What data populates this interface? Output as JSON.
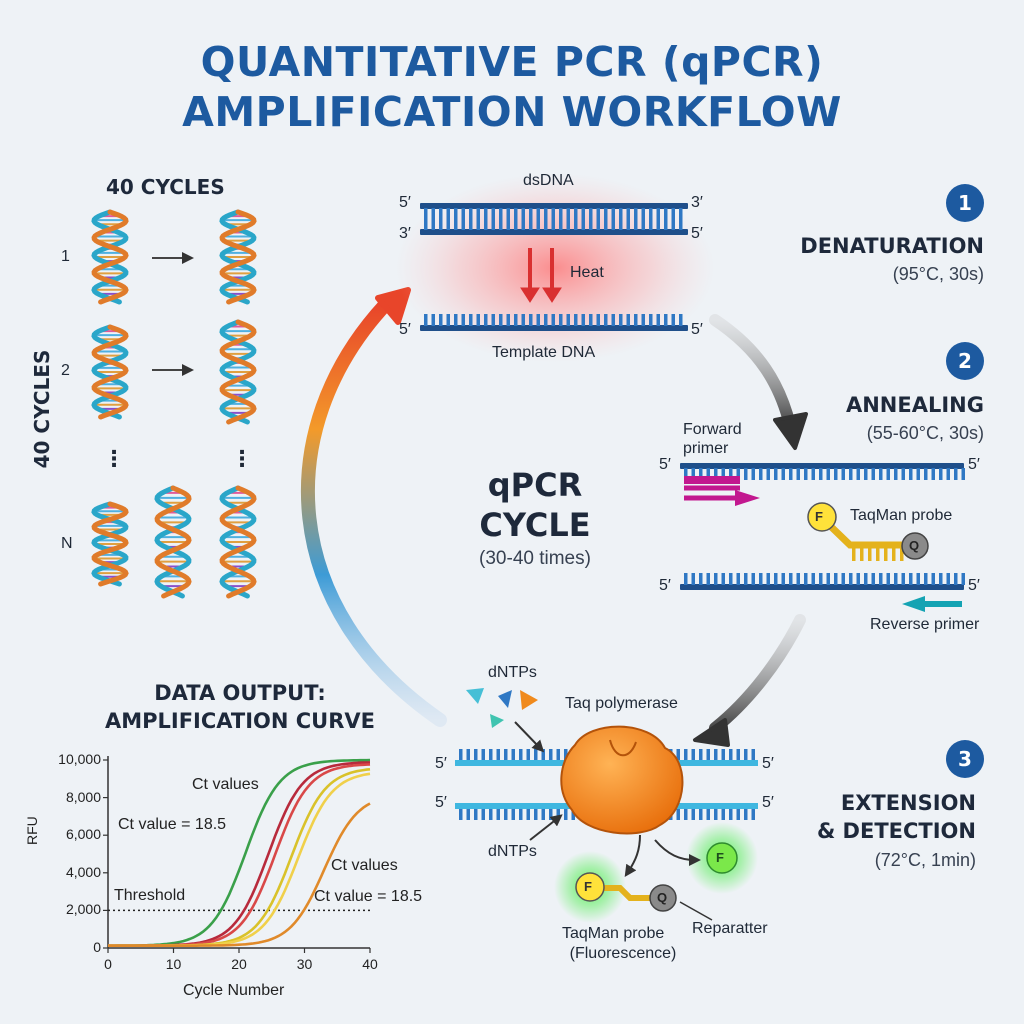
{
  "title": {
    "line1": "QUANTITATIVE PCR (qPCR)",
    "line2": "AMPLIFICATION WORKFLOW"
  },
  "cycles_panel": {
    "heading": "40 CYCLES",
    "side_label": "40 CYCLES",
    "rows": [
      "1",
      "2",
      "N"
    ],
    "ellipsis": "⋮"
  },
  "center": {
    "line1": "qPCR",
    "line2": "CYCLE",
    "note": "(30-40 times)"
  },
  "denaturation": {
    "number": "1",
    "title": "DENATURATION",
    "condition": "(95°C, 30s)",
    "dsdna_label": "dsDNA",
    "heat_label": "Heat",
    "template_label": "Template DNA",
    "end_5": "5′",
    "end_3": "3′"
  },
  "annealing": {
    "number": "2",
    "title": "ANNEALING",
    "condition": "(55-60°C, 30s)",
    "forward_primer": "Forward primer",
    "probe_label": "TaqMan probe",
    "reverse_primer": "Reverse primer",
    "fluor": "F",
    "quencher": "Q"
  },
  "extension": {
    "number": "3",
    "title_line1": "EXTENSION",
    "title_line2": "& DETECTION",
    "condition": "(72°C, 1min)",
    "dntps_top": "dNTPs",
    "dntps_bottom": "dNTPs",
    "polymerase": "Taq polymerase",
    "probe_line1": "TaqMan probe",
    "probe_line2": "(Fluorescence)",
    "reporter": "Reparatter"
  },
  "colors": {
    "title": "#1d5aa0",
    "dna_backbone": "#1f4f8a",
    "dna_rung": "#2f78c4",
    "helix_orange": "#e07b2a",
    "helix_teal": "#2aa6c9",
    "forward_primer": "#c2188f",
    "reverse_primer": "#14a3b3",
    "probe": "#e4b21c",
    "polymerase": "#f08a1c",
    "glow": "#33dd33"
  },
  "chart_data": {
    "type": "line",
    "title": "DATA OUTPUT: AMPLIFICATION CURVE",
    "title_line1": "DATA OUTPUT:",
    "title_line2": "AMPLIFICATION CURVE",
    "xlabel": "Cycle Number",
    "ylabel": "RFU",
    "xlim": [
      0,
      40
    ],
    "ylim": [
      0,
      10000
    ],
    "xticks": [
      0,
      10,
      20,
      30,
      40
    ],
    "xtick_labels": [
      "0",
      "10",
      "20",
      "30",
      "40"
    ],
    "yticks": [
      0,
      2000,
      4000,
      6000,
      8000,
      10000
    ],
    "ytick_labels": [
      "0",
      "2,000",
      "4,000",
      "6,000",
      "8,000",
      "10,000"
    ],
    "threshold": 2000,
    "threshold_label": "Threshold",
    "annotations": [
      "Ct values",
      "Ct value = 18.5",
      "Ct values",
      "Ct value = 18.5"
    ],
    "series": [
      {
        "color": "#3aa04a",
        "midpoint": 21,
        "plateau": 10000
      },
      {
        "color": "#b82a3c",
        "midpoint": 24.5,
        "plateau": 9900
      },
      {
        "color": "#d94848",
        "midpoint": 25.5,
        "plateau": 9800
      },
      {
        "color": "#d9c22a",
        "midpoint": 28,
        "plateau": 9600
      },
      {
        "color": "#f0d04a",
        "midpoint": 29,
        "plateau": 9400
      },
      {
        "color": "#e08a2a",
        "midpoint": 33,
        "plateau": 8200
      }
    ]
  }
}
